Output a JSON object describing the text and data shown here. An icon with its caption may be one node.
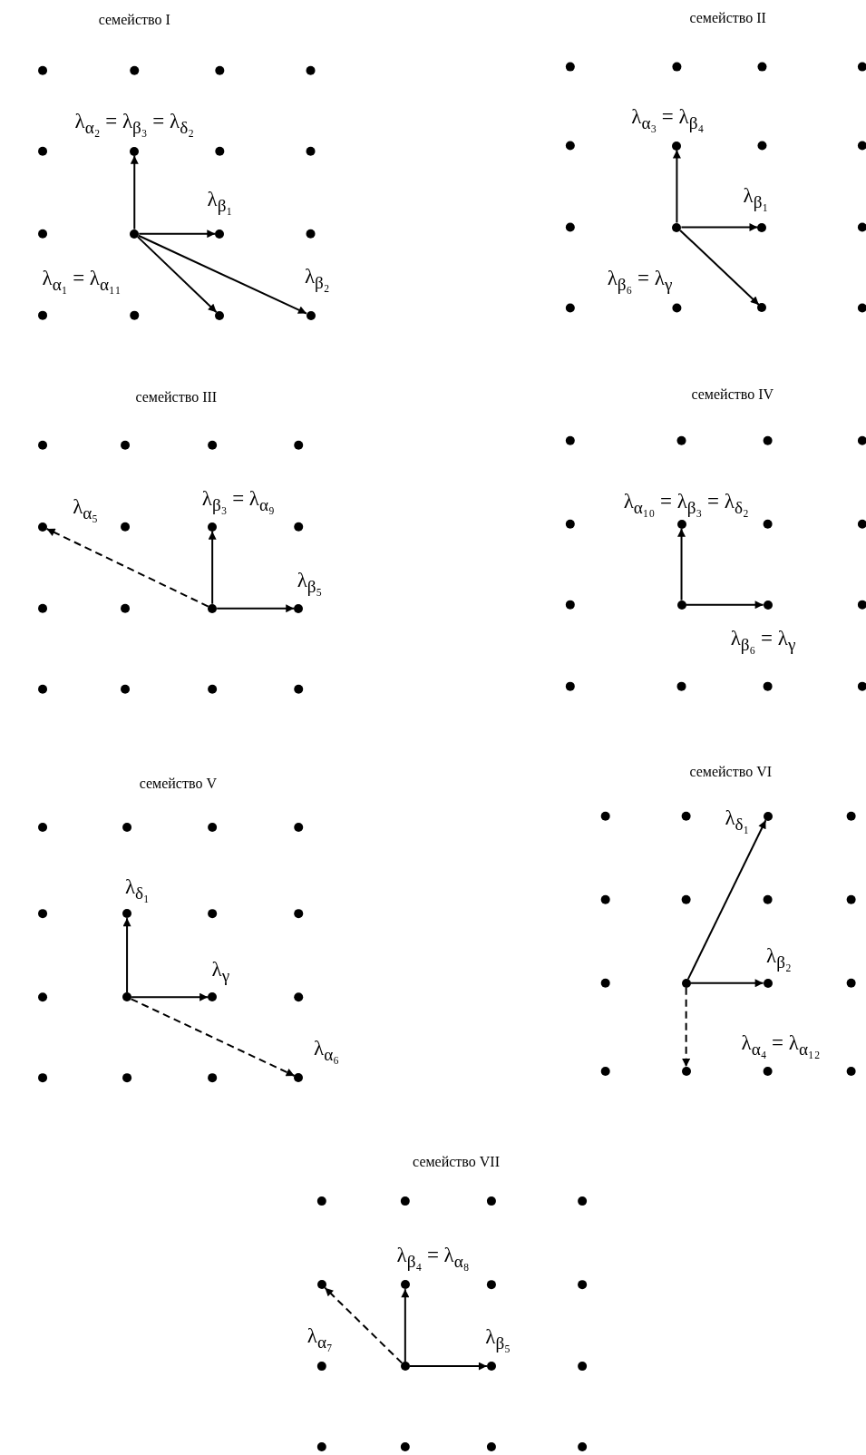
{
  "diagram": {
    "nodes": [
      {
        "text": [],
        "shape": "circle"
      },
      {
        "text": [],
        "shape": "circle"
      },
      {
        "text": [],
        "shape": "circle"
      },
      {
        "text": [],
        "shape": "circle"
      },
      {
        "text": [],
        "shape": "circle"
      },
      {
        "text": [],
        "shape": "circle"
      },
      {
        "text": [],
        "shape": "circle"
      },
      {
        "text": [],
        "shape": "circle"
      },
      {
        "text": [],
        "shape": "circle"
      },
      {
        "text": [],
        "shape": "circle"
      },
      {
        "text": [],
        "shape": "circle"
      },
      {
        "text": [],
        "shape": "circle"
      },
      {
        "text": [],
        "shape": "circle"
      },
      {
        "text": [],
        "shape": "circle"
      },
      {
        "text": [],
        "shape": "circle"
      },
      {
        "text": [],
        "shape": "circle"
      },
      {
        "text": [],
        "shape": "circle"
      },
      {
        "text": [],
        "shape": "circle"
      },
      {
        "text": [],
        "shape": "circle"
      },
      {
        "text": [],
        "shape": "circle"
      },
      {
        "text": [],
        "shape": "circle"
      },
      {
        "text": [],
        "shape": "circle"
      },
      {
        "text": [],
        "shape": "circle"
      },
      {
        "text": [],
        "shape": "circle"
      },
      {
        "text": [],
        "shape": "circle"
      },
      {
        "text": [],
        "shape": "circle"
      },
      {
        "text": [],
        "shape": "circle"
      },
      {
        "text": [],
        "shape": "circle"
      }
    ],
    "edges": [
      {
        "from": 0,
        "to": 1,
        "arrow": "to",
        "label": "λ$_{α₂}$ = λ$_{β₃}$ = λ$_{δ₂}$"
      },
      {
        "from": 0,
        "to": 2,
        "arrow": "to",
        "label": "λ$_{β₁}$"
      },
      {
        "from": 0,
        "to": 3,
        "arrow": "to",
        "label": "λ$_{α₁}$ = λ$_{α₁₁}$"
      },
      {
        "from": 0,
        "to": 4,
        "arrow": "to",
        "label": "λ$_{β₂}$"
      },
      {
        "from": 5,
        "to": 6,
        "arrow": "to",
        "label": "λ$_{α₃}$ = λ$_{β₄}$"
      },
      {
        "from": 5,
        "to": 7,
        "arrow": "to",
        "label": "λ$_{β₁}$"
      },
      {
        "from": 5,
        "to": 8,
        "arrow": "to",
        "label": "λ$_{β₆}$ = λ$_{γ}$"
      },
      {
        "from": 9,
        "to": 10,
        "arrow": "to",
        "style": "dashed",
        "label": "λ$_{α₅}$"
      },
      {
        "from": 9,
        "to": 11,
        "arrow": "to",
        "label": "λ$_{β₃}$ = λ$_{α₉}$"
      },
      {
        "from": 9,
        "to": 12,
        "arrow": "to",
        "label": "λ$_{β₅}$"
      },
      {
        "from": 13,
        "to": 14,
        "arrow": "to",
        "label": "λ$_{α₁₀}$ = λ$_{β₃}$ = λ$_{δ₂}$"
      },
      {
        "from": 13,
        "to": 15,
        "arrow": "to",
        "label": "λ$_{β₆}$ = λ$_{γ}$"
      },
      {
        "from": 16,
        "to": 17,
        "arrow": "to",
        "label": "λ$_{δ₁}$"
      },
      {
        "from": 16,
        "to": 18,
        "arrow": "to",
        "label": "λ$_{γ}$"
      },
      {
        "from": 16,
        "to": 19,
        "arrow": "to",
        "style": "dashed",
        "label": "λ$_{α₆}$"
      },
      {
        "from": 20,
        "to": 21,
        "arrow": "to",
        "label": "λ$_{δ₁}$"
      },
      {
        "from": 20,
        "to": 22,
        "arrow": "to",
        "label": "λ$_{β₂}$"
      },
      {
        "from": 20,
        "to": 23,
        "arrow": "to",
        "style": "dashed",
        "label": "λ$_{α₄}$ = λ$_{α₁₂}$"
      },
      {
        "from": 24,
        "to": 25,
        "arrow": "to",
        "style": "dashed",
        "label": "λ$_{α₇}$"
      },
      {
        "from": 24,
        "to": 26,
        "arrow": "to",
        "label": "λ$_{β₄}$ = λ$_{α₈}$"
      },
      {
        "from": 24,
        "to": 27,
        "arrow": "to",
        "label": "λ$_{β₅}$"
      }
    ],
    "labels": [
      "семейство I",
      "семейство II",
      "семейство III",
      "семейство IV",
      "семейство V",
      "семейство VI",
      "семейство VII"
    ]
  }
}
